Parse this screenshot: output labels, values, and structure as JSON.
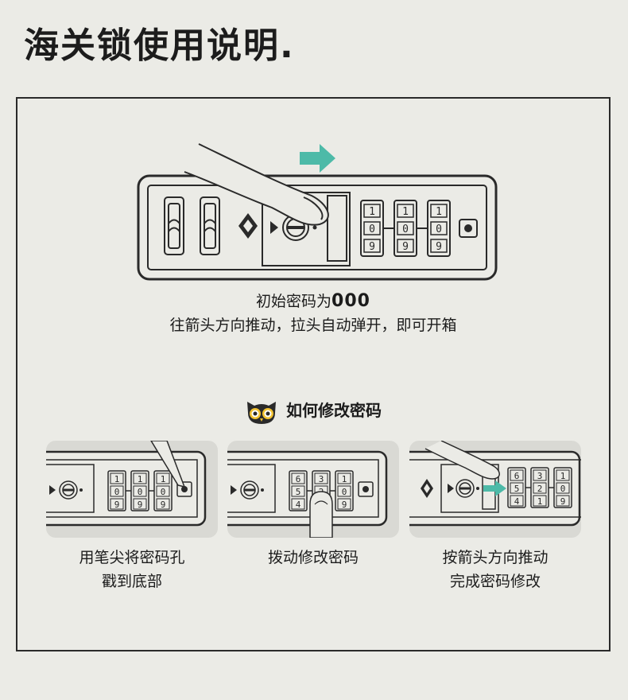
{
  "title": "海关锁使用说明.",
  "main": {
    "caption_prefix": "初始密码为",
    "caption_code": "000",
    "caption_line2": "往箭头方向推动，拉头自动弹开，即可开箱",
    "dials": [
      "1",
      "0",
      "9"
    ]
  },
  "howto": {
    "heading": "如何修改密码"
  },
  "steps": [
    {
      "line1": "用笔尖将密码孔",
      "line2": "戳到底部",
      "dials": [
        [
          "1",
          "0",
          "9"
        ],
        [
          "1",
          "0",
          "9"
        ],
        [
          "1",
          "0",
          "9"
        ]
      ]
    },
    {
      "line1": "拨动修改密码",
      "line2": "",
      "dials": [
        [
          "6",
          "5",
          "4"
        ],
        [
          "3",
          "2",
          ""
        ],
        [
          "1",
          "0",
          "9"
        ]
      ]
    },
    {
      "line1": "按箭头方向推动",
      "line2": "完成密码修改",
      "dials": [
        [
          "6",
          "5",
          "4"
        ],
        [
          "3",
          "2",
          "1"
        ],
        [
          "1",
          "0",
          "9"
        ]
      ]
    }
  ],
  "colors": {
    "arrow": "#4dbaa8",
    "ink": "#2a2a2a",
    "panel": "#ebebe6"
  }
}
